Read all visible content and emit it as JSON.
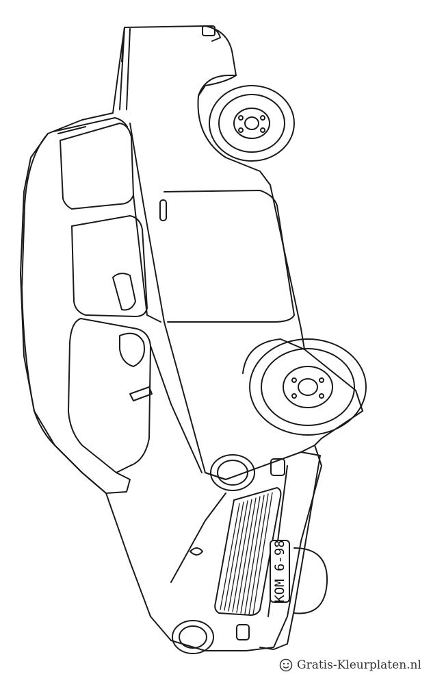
{
  "image": {
    "subject": "Outline coloring page of a vintage sedan car viewed from above-front, rotated sideways",
    "style": "black line art on white background"
  },
  "license_plate": {
    "text": "KOM 6-98"
  },
  "credit": {
    "text": "Gratis-Kleurplaten.nl",
    "icon": "smiley-icon"
  },
  "colors": {
    "line": "#1a1a1a",
    "background": "#ffffff",
    "credit_text": "#333333"
  }
}
